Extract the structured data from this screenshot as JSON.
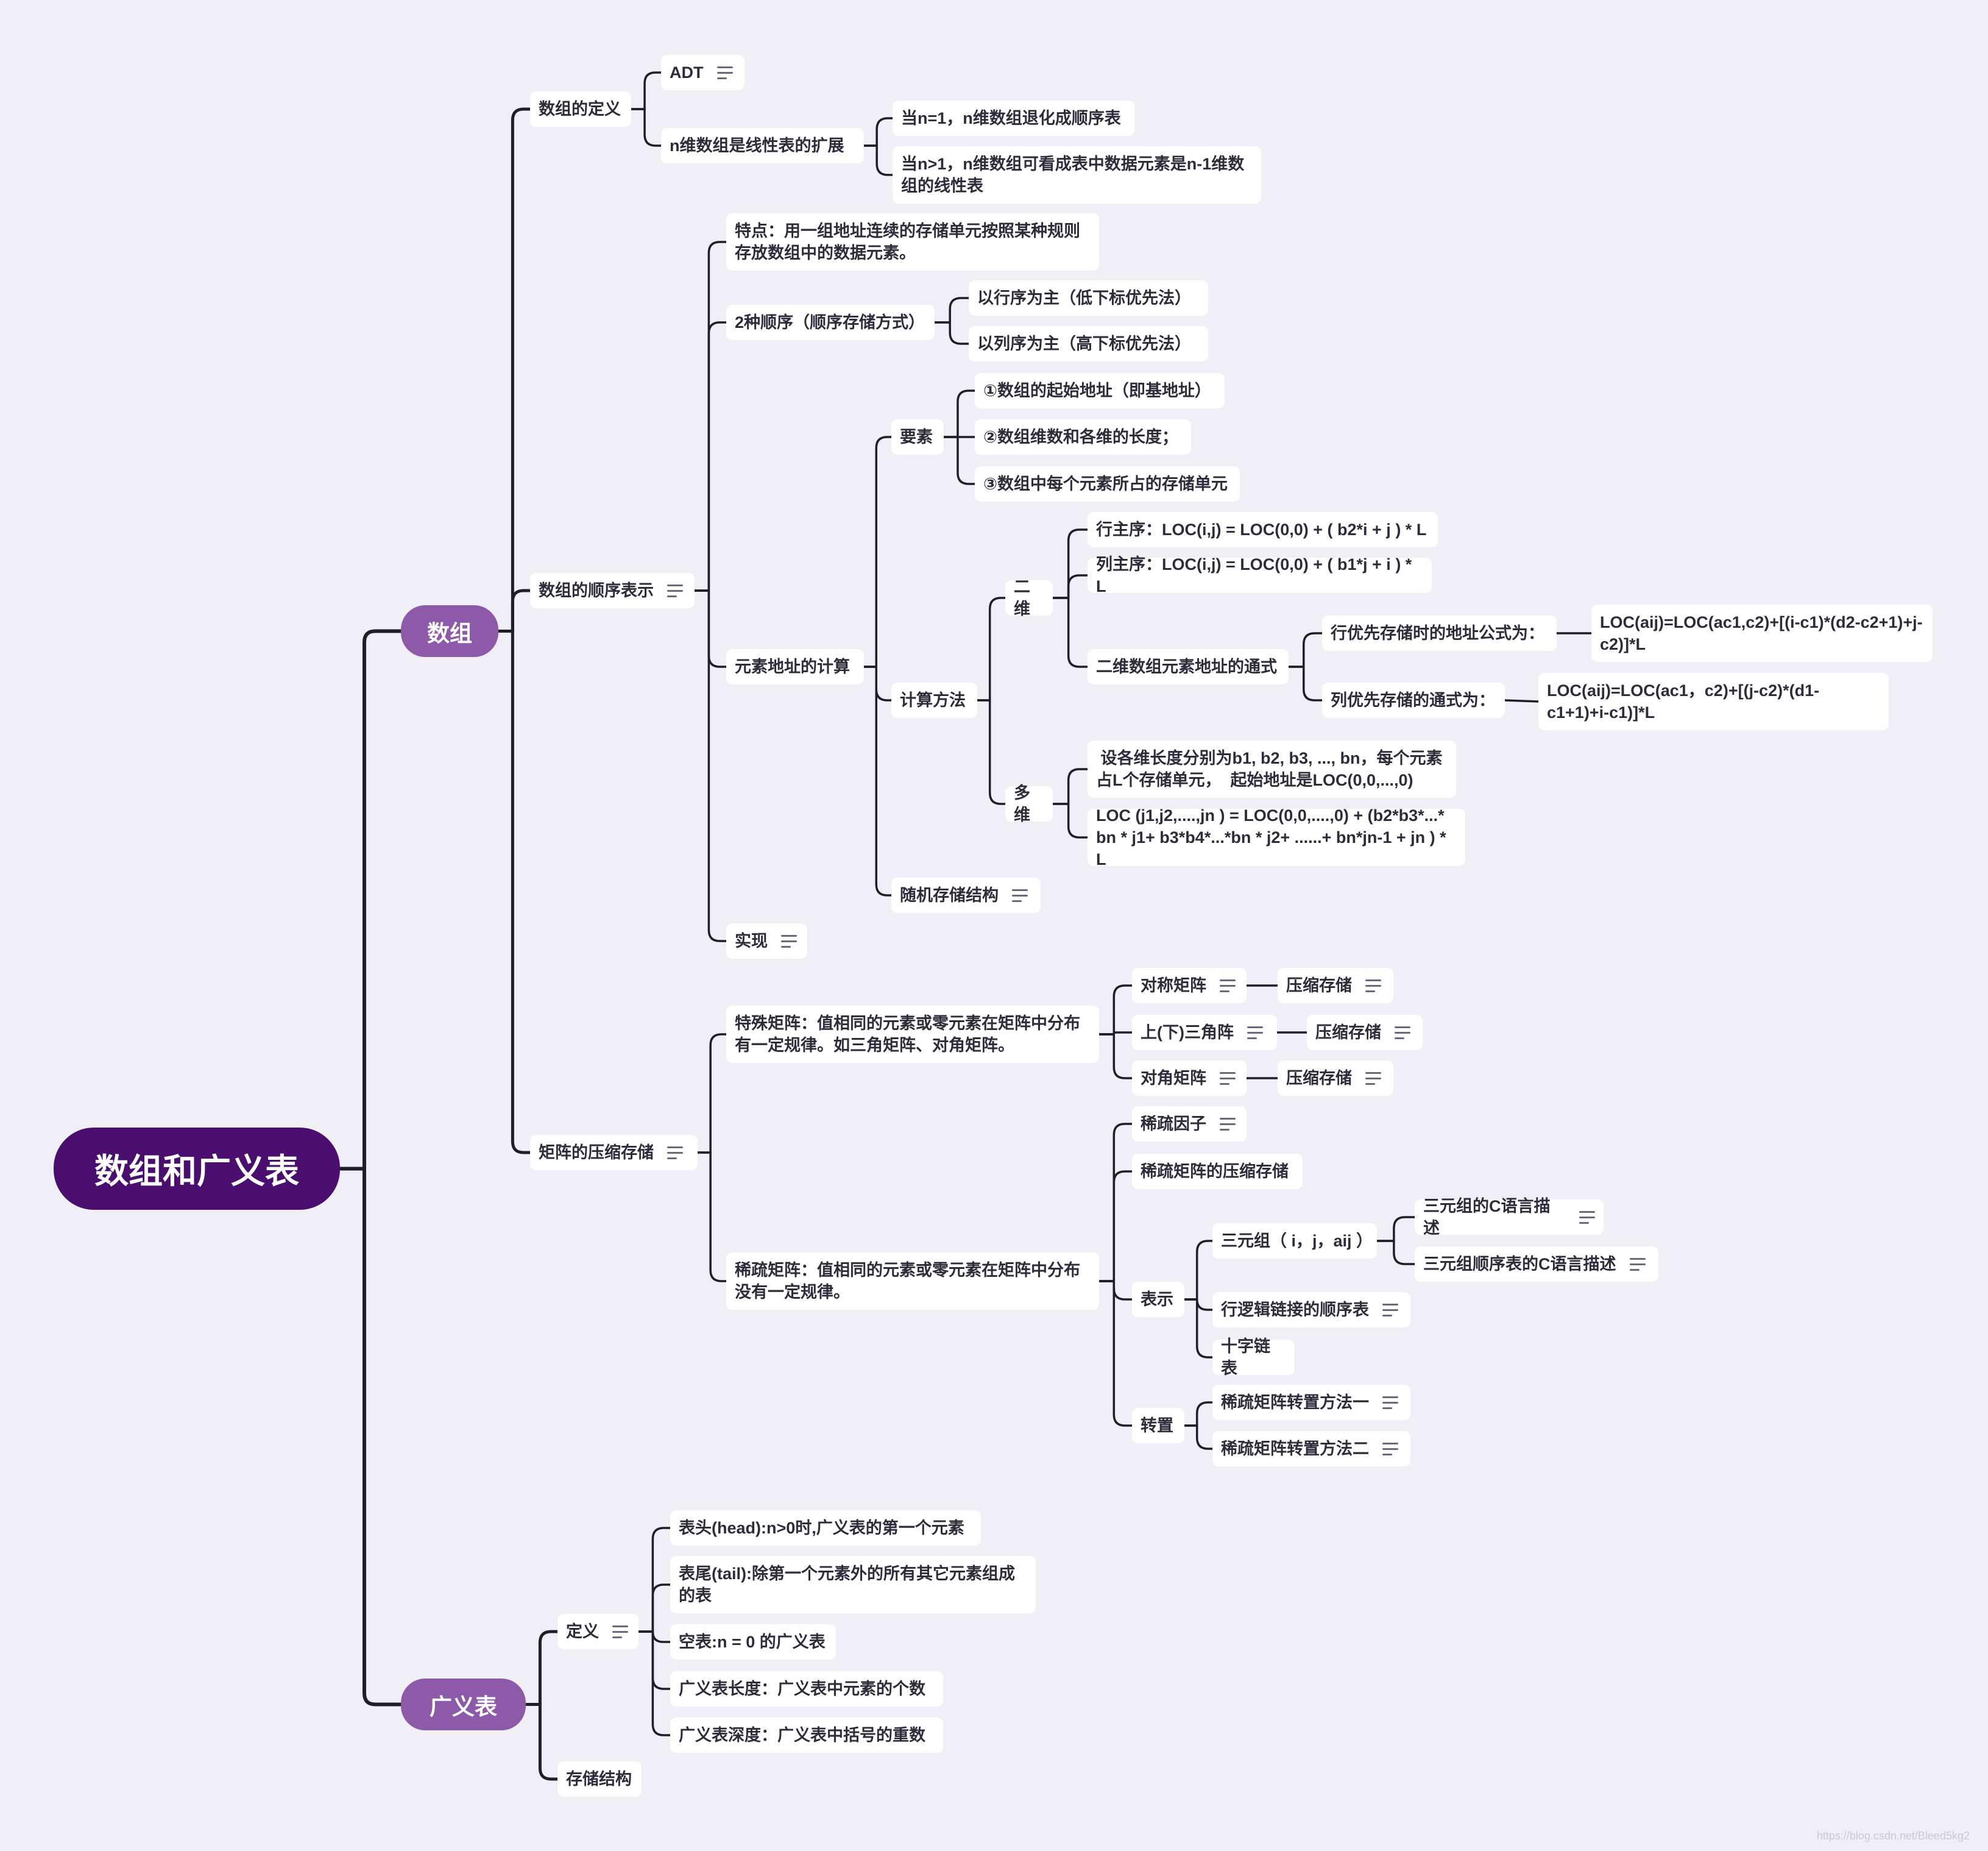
{
  "mindmap": {
    "root": "数组和广义表",
    "nodes": [
      {
        "id": "root",
        "text": "数组和广义表"
      },
      {
        "id": "n_arr",
        "text": "数组"
      },
      {
        "id": "n_glist",
        "text": "广义表"
      },
      {
        "id": "a_def",
        "text": "数组的定义"
      },
      {
        "id": "a_adt",
        "text": "ADT",
        "note": true
      },
      {
        "id": "a_ext",
        "text": "n维数组是线性表的扩展"
      },
      {
        "id": "a_n1",
        "text": "当n=1，n维数组退化成顺序表"
      },
      {
        "id": "a_ngt1",
        "text": "当n>1，n维数组可看成表中数据元素是n-1维数组的线性表"
      },
      {
        "id": "a_seq",
        "text": "数组的顺序表示",
        "note": true
      },
      {
        "id": "s_feat",
        "text": "特点：用一组地址连续的存储单元按照某种规则存放数组中的数据元素。"
      },
      {
        "id": "s_two",
        "text": "2种顺序（顺序存储方式）"
      },
      {
        "id": "s_row",
        "text": "以行序为主（低下标优先法）"
      },
      {
        "id": "s_col",
        "text": "以列序为主（高下标优先法）"
      },
      {
        "id": "s_addr",
        "text": "元素地址的计算"
      },
      {
        "id": "s_elem",
        "text": "要素"
      },
      {
        "id": "s_e1",
        "text": "①数组的起始地址（即基地址）"
      },
      {
        "id": "s_e2",
        "text": "②数组维数和各维的长度；"
      },
      {
        "id": "s_e3",
        "text": "③数组中每个元素所占的存储单元"
      },
      {
        "id": "s_calc",
        "text": "计算方法"
      },
      {
        "id": "s_2d",
        "text": "二维"
      },
      {
        "id": "s_2d_row",
        "text": "行主序：LOC(i,j) = LOC(0,0) + ( b2*i + j ) * L"
      },
      {
        "id": "s_2d_col",
        "text": "列主序：LOC(i,j) = LOC(0,0) + ( b1*j + i ) * L"
      },
      {
        "id": "s_2d_gen",
        "text": "二维数组元素地址的通式"
      },
      {
        "id": "s_rowf",
        "text": "行优先存储时的地址公式为："
      },
      {
        "id": "s_rowf_v",
        "text": "LOC(aij)=LOC(ac1,c2)+[(i-c1)*(d2-c2+1)+j-c2)]*L"
      },
      {
        "id": "s_colf",
        "text": "列优先存储的通式为："
      },
      {
        "id": "s_colf_v",
        "text": "LOC(aij)=LOC(ac1，c2)+[(j-c2)*(d1-c1+1)+i-c1)]*L"
      },
      {
        "id": "s_md",
        "text": "多维"
      },
      {
        "id": "s_md_1",
        "text": " 设各维长度分别为b1, b2, b3, ..., bn，每个元素占L个存储单元，  起始地址是LOC(0,0,...,0)"
      },
      {
        "id": "s_md_2",
        "text": "LOC (j1,j2,....,jn ) = LOC(0,0,....,0) + (b2*b3*...* bn * j1+ b3*b4*...*bn * j2+ ......+ bn*jn-1 + jn ) * L"
      },
      {
        "id": "s_rand",
        "text": "随机存储结构",
        "note": true
      },
      {
        "id": "s_impl",
        "text": "实现",
        "note": true
      },
      {
        "id": "m_comp",
        "text": "矩阵的压缩存储",
        "note": true
      },
      {
        "id": "m_spec",
        "text": "特殊矩阵：值相同的元素或零元素在矩阵中分布有一定规律。如三角矩阵、对角矩阵。"
      },
      {
        "id": "m_sym",
        "text": "对称矩阵",
        "note": true
      },
      {
        "id": "m_sym_c",
        "text": "压缩存储",
        "note": true
      },
      {
        "id": "m_tri",
        "text": "上(下)三角阵",
        "note": true
      },
      {
        "id": "m_tri_c",
        "text": "压缩存储",
        "note": true
      },
      {
        "id": "m_diag",
        "text": "对角矩阵",
        "note": true
      },
      {
        "id": "m_diag_c",
        "text": "压缩存储",
        "note": true
      },
      {
        "id": "m_sparse",
        "text": "稀疏矩阵：值相同的元素或零元素在矩阵中分布没有一定规律。"
      },
      {
        "id": "m_factor",
        "text": "稀疏因子",
        "note": true
      },
      {
        "id": "m_spcomp",
        "text": "稀疏矩阵的压缩存储"
      },
      {
        "id": "m_repr",
        "text": "表示"
      },
      {
        "id": "m_triple",
        "text": "三元组（ i，j，aij ）"
      },
      {
        "id": "m_triple_c",
        "text": "三元组的C语言描述",
        "note": true
      },
      {
        "id": "m_triple_seq",
        "text": "三元组顺序表的C语言描述",
        "note": true
      },
      {
        "id": "m_rowlink",
        "text": "行逻辑链接的顺序表",
        "note": true
      },
      {
        "id": "m_cross",
        "text": "十字链表"
      },
      {
        "id": "m_trans",
        "text": "转置"
      },
      {
        "id": "m_trans1",
        "text": "稀疏矩阵转置方法一",
        "note": true
      },
      {
        "id": "m_trans2",
        "text": "稀疏矩阵转置方法二",
        "note": true
      },
      {
        "id": "g_def",
        "text": "定义",
        "note": true
      },
      {
        "id": "g_head",
        "text": "表头(head):n>0时,广义表的第一个元素"
      },
      {
        "id": "g_tail",
        "text": "表尾(tail):除第一个元素外的所有其它元素组成的表"
      },
      {
        "id": "g_empty",
        "text": "空表:n = 0 的广义表"
      },
      {
        "id": "g_len",
        "text": "广义表长度：广义表中元素的个数"
      },
      {
        "id": "g_depth",
        "text": "广义表深度：广义表中括号的重数"
      },
      {
        "id": "g_store",
        "text": "存储结构"
      }
    ],
    "edges": [
      [
        "root",
        "n_arr"
      ],
      [
        "root",
        "n_glist"
      ],
      [
        "n_arr",
        "a_def"
      ],
      [
        "n_arr",
        "a_seq"
      ],
      [
        "n_arr",
        "m_comp"
      ],
      [
        "a_def",
        "a_adt"
      ],
      [
        "a_def",
        "a_ext"
      ],
      [
        "a_ext",
        "a_n1"
      ],
      [
        "a_ext",
        "a_ngt1"
      ],
      [
        "a_seq",
        "s_feat"
      ],
      [
        "a_seq",
        "s_two"
      ],
      [
        "a_seq",
        "s_addr"
      ],
      [
        "a_seq",
        "s_impl"
      ],
      [
        "s_two",
        "s_row"
      ],
      [
        "s_two",
        "s_col"
      ],
      [
        "s_addr",
        "s_elem"
      ],
      [
        "s_addr",
        "s_calc"
      ],
      [
        "s_addr",
        "s_rand"
      ],
      [
        "s_elem",
        "s_e1"
      ],
      [
        "s_elem",
        "s_e2"
      ],
      [
        "s_elem",
        "s_e3"
      ],
      [
        "s_calc",
        "s_2d"
      ],
      [
        "s_calc",
        "s_md"
      ],
      [
        "s_2d",
        "s_2d_row"
      ],
      [
        "s_2d",
        "s_2d_col"
      ],
      [
        "s_2d",
        "s_2d_gen"
      ],
      [
        "s_2d_gen",
        "s_rowf"
      ],
      [
        "s_2d_gen",
        "s_colf"
      ],
      [
        "s_rowf",
        "s_rowf_v"
      ],
      [
        "s_colf",
        "s_colf_v"
      ],
      [
        "s_md",
        "s_md_1"
      ],
      [
        "s_md",
        "s_md_2"
      ],
      [
        "m_comp",
        "m_spec"
      ],
      [
        "m_comp",
        "m_sparse"
      ],
      [
        "m_spec",
        "m_sym"
      ],
      [
        "m_spec",
        "m_tri"
      ],
      [
        "m_spec",
        "m_diag"
      ],
      [
        "m_sym",
        "m_sym_c"
      ],
      [
        "m_tri",
        "m_tri_c"
      ],
      [
        "m_diag",
        "m_diag_c"
      ],
      [
        "m_sparse",
        "m_factor"
      ],
      [
        "m_sparse",
        "m_spcomp"
      ],
      [
        "m_sparse",
        "m_repr"
      ],
      [
        "m_sparse",
        "m_trans"
      ],
      [
        "m_repr",
        "m_triple"
      ],
      [
        "m_repr",
        "m_rowlink"
      ],
      [
        "m_repr",
        "m_cross"
      ],
      [
        "m_triple",
        "m_triple_c"
      ],
      [
        "m_triple",
        "m_triple_seq"
      ],
      [
        "m_trans",
        "m_trans1"
      ],
      [
        "m_trans",
        "m_trans2"
      ],
      [
        "n_glist",
        "g_def"
      ],
      [
        "n_glist",
        "g_store"
      ],
      [
        "g_def",
        "g_head"
      ],
      [
        "g_def",
        "g_tail"
      ],
      [
        "g_def",
        "g_empty"
      ],
      [
        "g_def",
        "g_len"
      ],
      [
        "g_def",
        "g_depth"
      ]
    ]
  },
  "watermark": "https://blog.csdn.net/Bleed5kg2",
  "colors": {
    "background": "#efeff5",
    "root": "#4a0f6e",
    "level1": "#8c5aa8",
    "line": "#1f1f26",
    "node_bg": "#ffffff"
  }
}
